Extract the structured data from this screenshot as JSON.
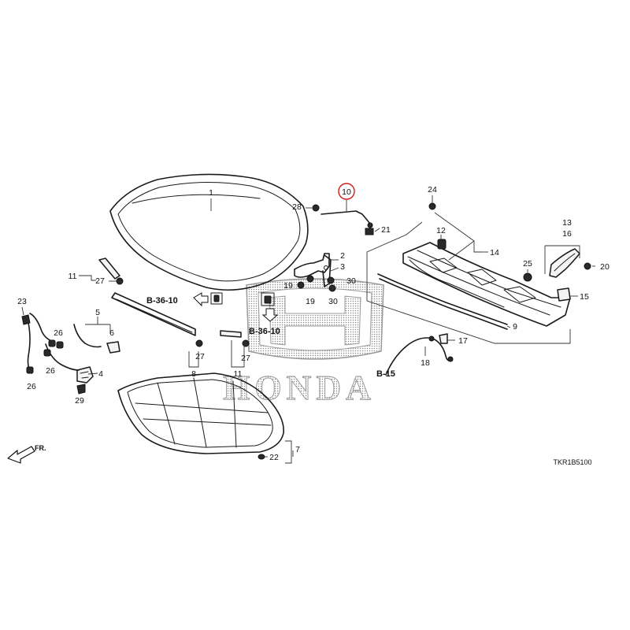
{
  "watermark": {
    "brand_text": "HONDA",
    "logo_name": "honda-h-logo"
  },
  "diagram_code": "TKR1B5100",
  "front_arrow_label": "FR.",
  "highlight_color": "#d11a1a",
  "callouts": [
    {
      "id": "c1",
      "text": "1"
    },
    {
      "id": "c2",
      "text": "2"
    },
    {
      "id": "c3",
      "text": "3"
    },
    {
      "id": "c4",
      "text": "4"
    },
    {
      "id": "c5",
      "text": "5"
    },
    {
      "id": "c6",
      "text": "6"
    },
    {
      "id": "c7",
      "text": "7"
    },
    {
      "id": "c8",
      "text": "8"
    },
    {
      "id": "c9",
      "text": "9"
    },
    {
      "id": "c10",
      "text": "10",
      "highlighted": true
    },
    {
      "id": "c11a",
      "text": "11"
    },
    {
      "id": "c11b",
      "text": "11"
    },
    {
      "id": "c12",
      "text": "12"
    },
    {
      "id": "c13",
      "text": "13"
    },
    {
      "id": "c14",
      "text": "14"
    },
    {
      "id": "c15",
      "text": "15"
    },
    {
      "id": "c16",
      "text": "16"
    },
    {
      "id": "c17",
      "text": "17"
    },
    {
      "id": "c18",
      "text": "18"
    },
    {
      "id": "c19a",
      "text": "19"
    },
    {
      "id": "c19b",
      "text": "19"
    },
    {
      "id": "c20",
      "text": "20"
    },
    {
      "id": "c21",
      "text": "21"
    },
    {
      "id": "c22",
      "text": "22"
    },
    {
      "id": "c23",
      "text": "23"
    },
    {
      "id": "c24",
      "text": "24"
    },
    {
      "id": "c25",
      "text": "25"
    },
    {
      "id": "c26a",
      "text": "26"
    },
    {
      "id": "c26b",
      "text": "26"
    },
    {
      "id": "c26c",
      "text": "26"
    },
    {
      "id": "c27a",
      "text": "27"
    },
    {
      "id": "c27b",
      "text": "27"
    },
    {
      "id": "c27c",
      "text": "27"
    },
    {
      "id": "c28",
      "text": "28"
    },
    {
      "id": "c29",
      "text": "29"
    },
    {
      "id": "c30a",
      "text": "30"
    },
    {
      "id": "c30b",
      "text": "30"
    }
  ],
  "section_refs": [
    {
      "id": "r1",
      "text": "B-36-10"
    },
    {
      "id": "r2",
      "text": "B-36-10"
    },
    {
      "id": "r3",
      "text": "B-15"
    }
  ]
}
